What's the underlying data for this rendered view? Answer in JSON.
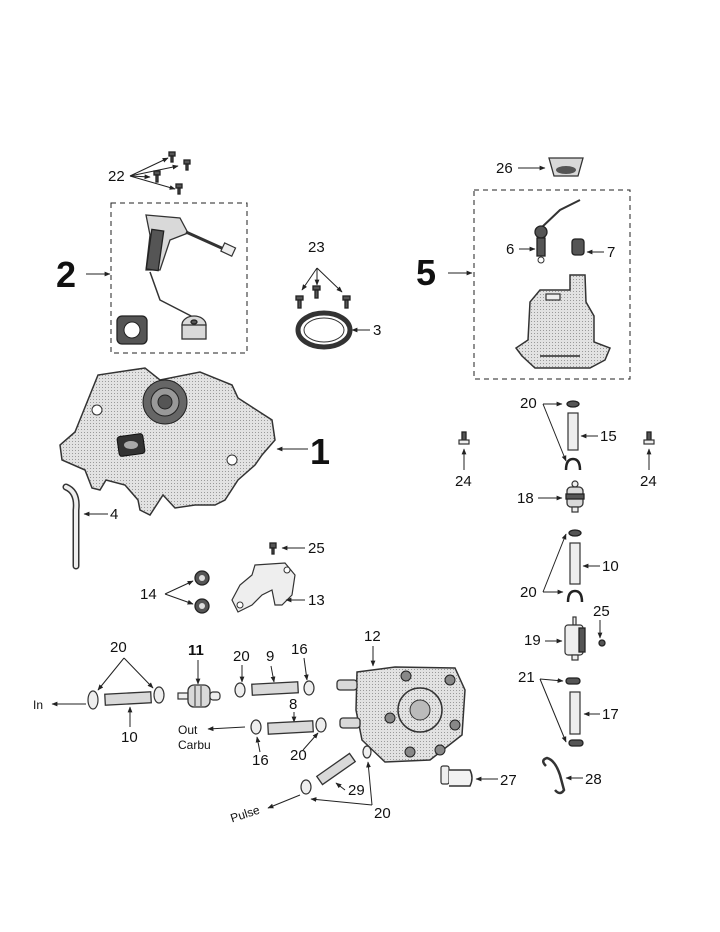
{
  "diagram": {
    "title": "Fuel tank exploded parts diagram",
    "assemblies": [
      {
        "ref": "1",
        "label": "1",
        "part": "fuel-tank"
      },
      {
        "ref": "2",
        "label": "2",
        "part": "fuel-level-sender-assembly"
      },
      {
        "ref": "5",
        "label": "5",
        "part": "fuel-pump-assembly"
      }
    ],
    "callouts": {
      "c1": "1",
      "c2": "2",
      "c3": "3",
      "c4": "4",
      "c5": "5",
      "c6": "6",
      "c7": "7",
      "c8": "8",
      "c9": "9",
      "c10a": "10",
      "c10b": "10",
      "c11": "11",
      "c12": "12",
      "c13": "13",
      "c14": "14",
      "c15": "15",
      "c16a": "16",
      "c16b": "16",
      "c17": "17",
      "c18": "18",
      "c19": "19",
      "c20a": "20",
      "c20b": "20",
      "c20c": "20",
      "c20d": "20",
      "c20e": "20",
      "c20f": "20",
      "c21": "21",
      "c22": "22",
      "c23": "23",
      "c24a": "24",
      "c24b": "24",
      "c25a": "25",
      "c25b": "25",
      "c26": "26",
      "c27": "27",
      "c28": "28",
      "c29": "29"
    },
    "flow_labels": {
      "in": "In",
      "out": "Out",
      "carbu": "Carbu",
      "pulse": "Pulse"
    }
  }
}
